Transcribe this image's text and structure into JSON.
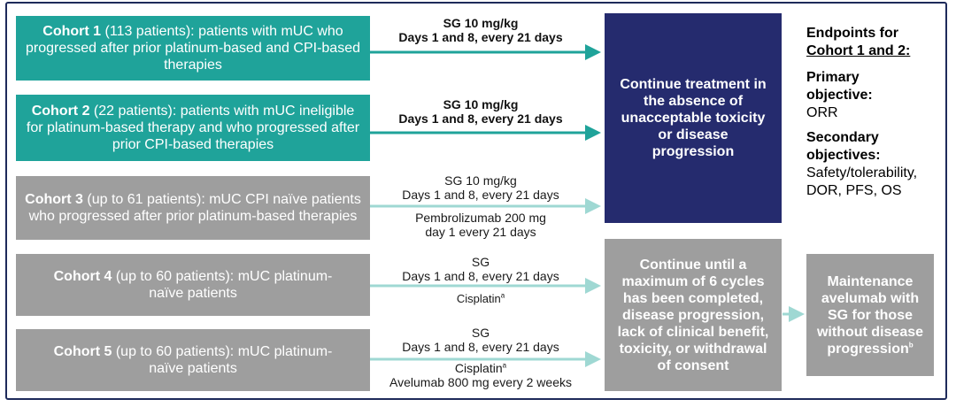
{
  "cohorts": [
    {
      "title": "Cohort 1",
      "rest": " (113 patients): patients with mUC who progressed after prior platinum-based and CPI-based therapies"
    },
    {
      "title": "Cohort 2",
      "rest": " (22 patients): patients with mUC ineligible for platinum-based therapy and who progressed after prior CPI-based therapies"
    },
    {
      "title": "Cohort 3",
      "rest": " (up to 61 patients): mUC CPI naïve patients who progressed after prior platinum-based therapies"
    },
    {
      "title": "Cohort 4",
      "rest": " (up to 60 patients): mUC platinum-naïve patients"
    },
    {
      "title": "Cohort 5",
      "rest": " (up to 60 patients): mUC platinum-naïve patients"
    }
  ],
  "regimens": {
    "c1": {
      "line1": "SG 10 mg/kg",
      "line2": "Days 1 and 8, every 21 days"
    },
    "c2": {
      "line1": "SG 10 mg/kg",
      "line2": "Days 1 and 8, every 21 days"
    },
    "c3": {
      "line1": "SG 10 mg/kg",
      "line2": "Days 1 and 8, every 21 days",
      "line3": "Pembrolizumab 200 mg",
      "line4": "day 1 every 21 days"
    },
    "c4": {
      "line1": "SG",
      "line2": "Days 1 and 8, every 21 days",
      "line3": "Cisplatin",
      "sup": "a"
    },
    "c5": {
      "line1": "SG",
      "line2": "Days 1 and 8, every 21 days",
      "line3": "Cisplatin",
      "sup": "a",
      "line4": "Avelumab 800 mg every 2 weeks"
    }
  },
  "outcomes": {
    "continue_treatment": "Continue treatment in the absence of unacceptable toxicity or disease progression",
    "continue_until": "Continue until a maximum of 6 cycles has been completed, disease progression, lack of clinical benefit, toxicity, or withdrawal of consent",
    "maintenance": "Maintenance avelumab with SG for those without disease progression",
    "maintenance_sup": "b"
  },
  "endpoints": {
    "title_line1": "Endpoints for",
    "title_line2": "Cohort 1 and 2:",
    "primary_label": "Primary objective:",
    "primary_value": "ORR",
    "secondary_label": "Secondary objectives:",
    "secondary_value": "Safety/tolerability, DOR, PFS, OS"
  },
  "colors": {
    "teal": "#1fa39a",
    "gray": "#9e9e9e",
    "navy": "#252b6e",
    "teal_arrow": "#1fa39a",
    "light_arrow": "#9fd8d3"
  }
}
